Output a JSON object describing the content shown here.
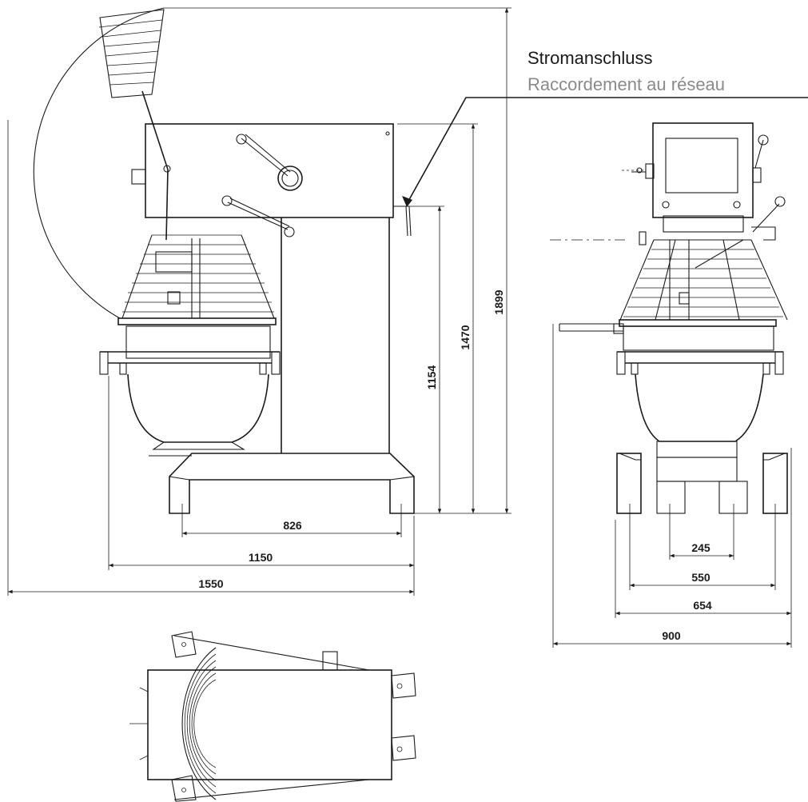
{
  "callout": {
    "title": "Stromanschluss",
    "subtitle": "Raccordement au réseau"
  },
  "dimensions": {
    "side": {
      "d826": "826",
      "d1150": "1150",
      "d1550": "1550",
      "d1154": "1154",
      "d1470": "1470",
      "d1899": "1899"
    },
    "front": {
      "d245": "245",
      "d550": "550",
      "d654": "654",
      "d900": "900"
    }
  },
  "colors": {
    "line": "#1a1a1a",
    "subtitle": "#8a8a8a"
  }
}
